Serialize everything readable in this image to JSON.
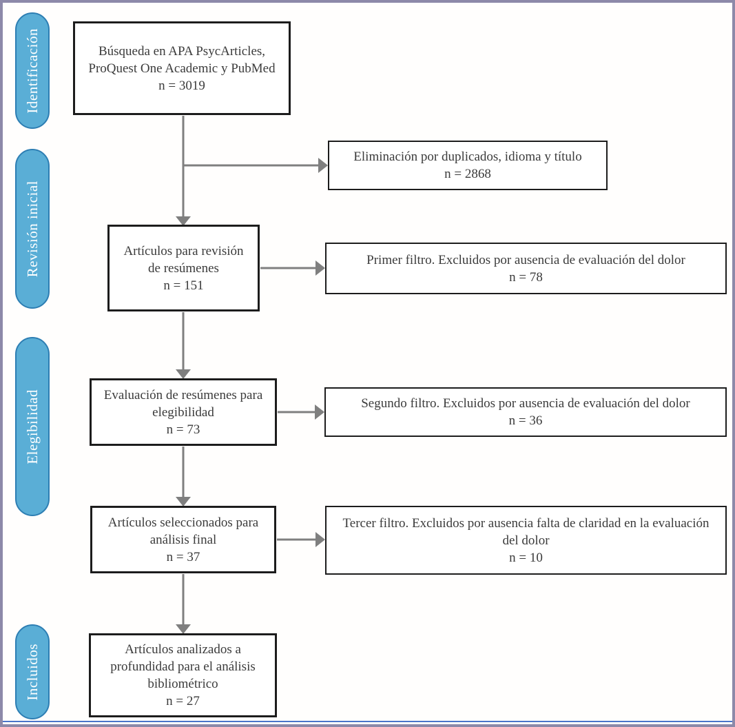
{
  "diagram": {
    "type": "prisma-flow",
    "stages": [
      {
        "label": "Identificación"
      },
      {
        "label": "Revisión inicial"
      },
      {
        "label": "Elegibilidad"
      },
      {
        "label": "Incluidos"
      }
    ],
    "main_boxes": [
      {
        "text": "Búsqueda en APA PsycArticles, ProQuest One Academic y PubMed",
        "count": "n = 3019"
      },
      {
        "text": "Artículos para revisión de resúmenes",
        "count": "n = 151"
      },
      {
        "text": "Evaluación de resúmenes para elegibilidad",
        "count": "n = 73"
      },
      {
        "text": "Artículos seleccionados para análisis final",
        "count": "n = 37"
      },
      {
        "text": "Artículos analizados a profundidad para el análisis bibliométrico",
        "count": "n = 27"
      }
    ],
    "side_boxes": [
      {
        "text": "Eliminación por duplicados, idioma y título",
        "count": "n = 2868"
      },
      {
        "text": "Primer filtro. Excluidos por ausencia de evaluación del dolor",
        "count": "n = 78"
      },
      {
        "text": "Segundo filtro. Excluidos por ausencia de evaluación del dolor",
        "count": "n = 36"
      },
      {
        "text": "Tercer filtro. Excluidos por ausencia falta de claridad en la evaluación del dolor",
        "count": "n = 10"
      }
    ],
    "colors": {
      "pill_fill": "#5aaed6",
      "pill_border": "#2d7eb3",
      "pill_text": "#ffffff",
      "box_border": "#1c1c1c",
      "box_text": "#3b3b3b",
      "arrow": "#7f7f7f",
      "frame_border": "#8d89a9",
      "bottom_rule": "#4a74c9"
    }
  }
}
